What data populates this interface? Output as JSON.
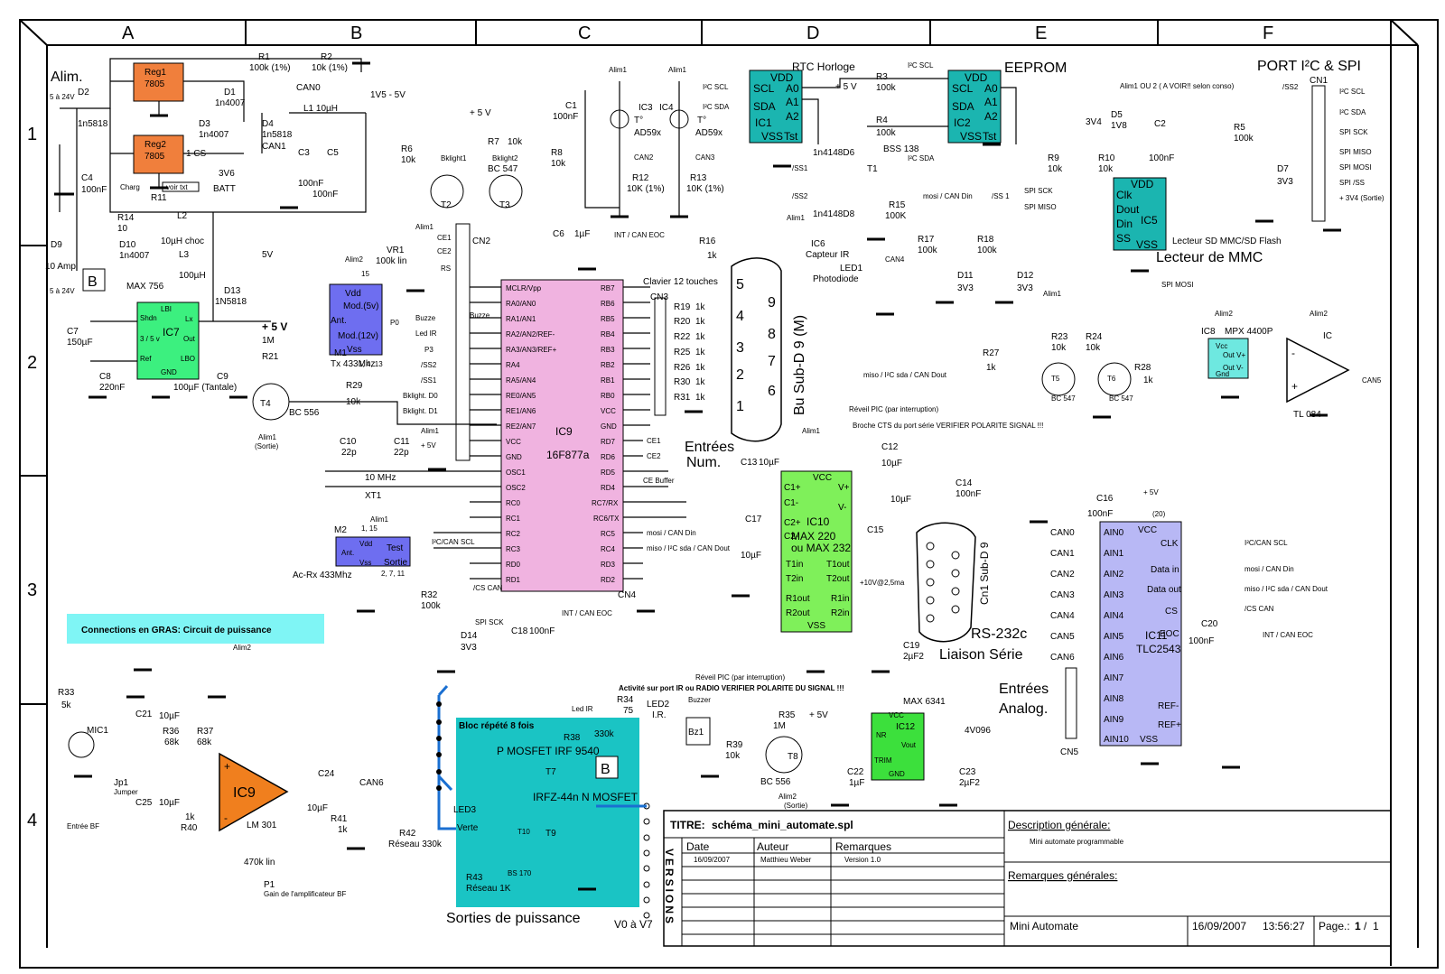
{
  "frame": {
    "columns": [
      "A",
      "B",
      "C",
      "D",
      "E",
      "F"
    ],
    "rows": [
      "1",
      "2",
      "3",
      "4"
    ]
  },
  "blocks": {
    "alim": "Alim.",
    "port_i2c_spi": "PORT I²C & SPI",
    "eeprom": "EEPROM",
    "rtc": "RTC Horloge",
    "lecteur_mmc": "Lecteur de MMC",
    "lecteur_sd": "Lecteur SD MMC/SD Flash",
    "entrees_num": "Entrées\nNum.",
    "rs232": "RS-232c",
    "liaison_serie": "Liaison Série",
    "entrees_analog": "Entrées\nAnalog.",
    "sorties_puissance": "Sorties de puissance",
    "v0_v7": "V0 à V7",
    "connexions_gras": "Connections en GRAS: Circuit de puissance",
    "bloc_repete": "Bloc répété 8 fois",
    "clavier": "Clavier 12 touches",
    "sub_d9_m": "Bu  Sub-D 9 (M)",
    "cn1_sub_d9": "Cn1  Sub-D 9"
  },
  "components": {
    "reg1": {
      "name": "Reg1",
      "value": "7805"
    },
    "reg2": {
      "name": "Reg2",
      "value": "7805"
    },
    "ic7": {
      "name": "IC7",
      "value": "MAX 756"
    },
    "ic9_mcu": {
      "name": "IC9",
      "value": "16F877a"
    },
    "ic9_amp": {
      "name": "IC9",
      "value": "LM 301"
    },
    "ic10": {
      "name": "IC10",
      "value": "MAX 220\nou MAX 232"
    },
    "ic11": {
      "name": "IC11",
      "value": "TLC2543"
    },
    "ic12": {
      "name": "IC12",
      "value": "MAX 6341"
    },
    "ic1": {
      "name": "IC1",
      "value": "RTC Horloge"
    },
    "ic2": {
      "name": "IC2",
      "value": "EEPROM"
    },
    "ic5": {
      "name": "IC5",
      "value": "Lecteur SD MMC/SD Flash"
    },
    "ic8": {
      "name": "IC8",
      "value": "MPX 4400P"
    },
    "tl084": {
      "name": "IC",
      "value": "TL 084"
    },
    "m1": {
      "name": "M1",
      "value": "Tx 433Mhz"
    },
    "m2": {
      "name": "M2",
      "value": "Ac-Rx 433Mhz"
    },
    "xt1": {
      "name": "XT1",
      "value": "10 MHz"
    }
  },
  "title_block": {
    "titre_label": "TITRE:",
    "titre_value": "schéma_mini_automate.spl",
    "description_label": "Description générale:",
    "description_value": "Mini automate programmable",
    "remarques_label": "Remarques générales:",
    "versions_label": "VERSIONS",
    "columns": [
      "Date",
      "Auteur",
      "Remarques"
    ],
    "row": [
      "16/09/2007",
      "Matthieu Weber",
      "Version 1.0"
    ],
    "footer_name": "Mini Automate",
    "footer_date": "16/09/2007",
    "footer_time": "13:56:27",
    "footer_page_label": "Page.:",
    "footer_page": "1",
    "footer_page_total": "1"
  },
  "notes": {
    "reveil_pic": "Réveil PIC (par interruption)",
    "broche_cts": "Broche CTS du port série  VERIFIER POLARITE SIGNAL !!!",
    "activite_ir": "Activité sur port IR ou RADIO  VERIFIER POLARITE DU SIGNAL !!!",
    "reveil_pic2": "Réveil PIC (par interruption)",
    "alim_ou": "Alim1 OU 2  ( A VOIR!! selon conso)",
    "gain_bf": "Gain de l'amplificateur BF",
    "entree_bf": "Entrée BF"
  },
  "colors": {
    "regulator": "#f07f3c",
    "max756": "#3cf07f",
    "pic": "#f0b3e0",
    "radio": "#6e6ef0",
    "rtc_eeprom": "#1bb5b0",
    "mmc": "#1bb5b0",
    "max232": "#7ff05a",
    "tlc2543": "#b8b8f5",
    "lm301": "#f07f1e",
    "max6341": "#3ce03c",
    "mpx": "#6ee8e0",
    "power_block": "#1ac4c4",
    "highlight_box": "#7ff5f5",
    "bold_wire": "#1a6fd1"
  }
}
